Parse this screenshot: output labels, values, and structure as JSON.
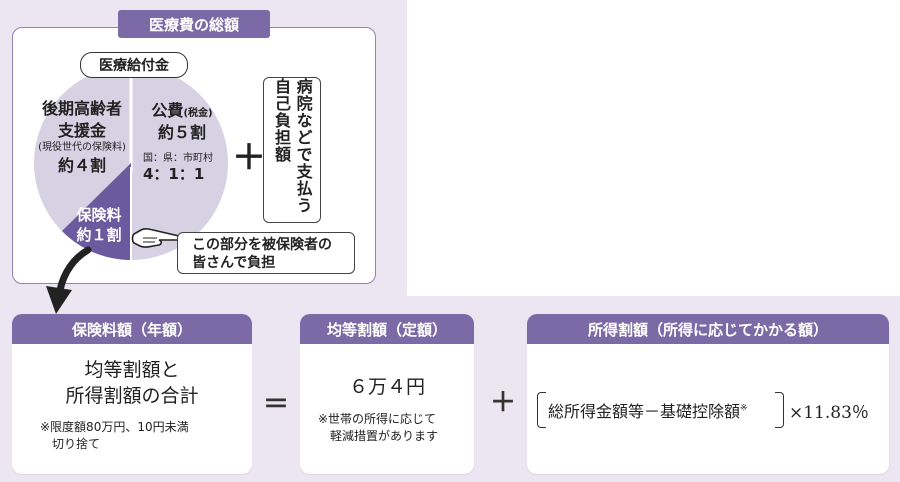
{
  "top": {
    "title": "医療費の総額",
    "pill": "医療給付金",
    "left_seg": {
      "line1": "後期高齢者",
      "line2": "支援金",
      "note": "(現役世代の保険料)",
      "ratio": "約４割"
    },
    "right_seg": {
      "line1": "公費",
      "tax": "(税金)",
      "ratio": "約５割",
      "ratio_label": "国：県：市町村",
      "ratio_values": "4：1：1"
    },
    "premium_seg": {
      "line1": "保険料",
      "ratio": "約１割"
    },
    "plus": "＋",
    "self_pay": "病院などで支払う自己負担額",
    "callout": {
      "line1": "この部分を被保険者の",
      "line2": "皆さんで負担"
    }
  },
  "cards": [
    {
      "head": "保険料額（年額）",
      "main1": "均等割額と",
      "main2": "所得割額の合計",
      "note1": "※限度額80万円、10円未満",
      "note2": "切り捨て"
    },
    {
      "head": "均等割額（定額）",
      "main1": "６万４円",
      "note1": "※世帯の所得に応じて",
      "note2": "軽減措置があります"
    },
    {
      "head": "所得割額（所得に応じてかかる額）",
      "formula": "総所得金額等－基礎控除額",
      "mark": "※",
      "rate": "×11.83％"
    }
  ],
  "ops": {
    "equals": "＝",
    "plus": "＋"
  },
  "colors": {
    "purple": "#7c6aa6",
    "pie_gray": "#d6d2e3",
    "pie_dark": "#6b5a9e"
  }
}
